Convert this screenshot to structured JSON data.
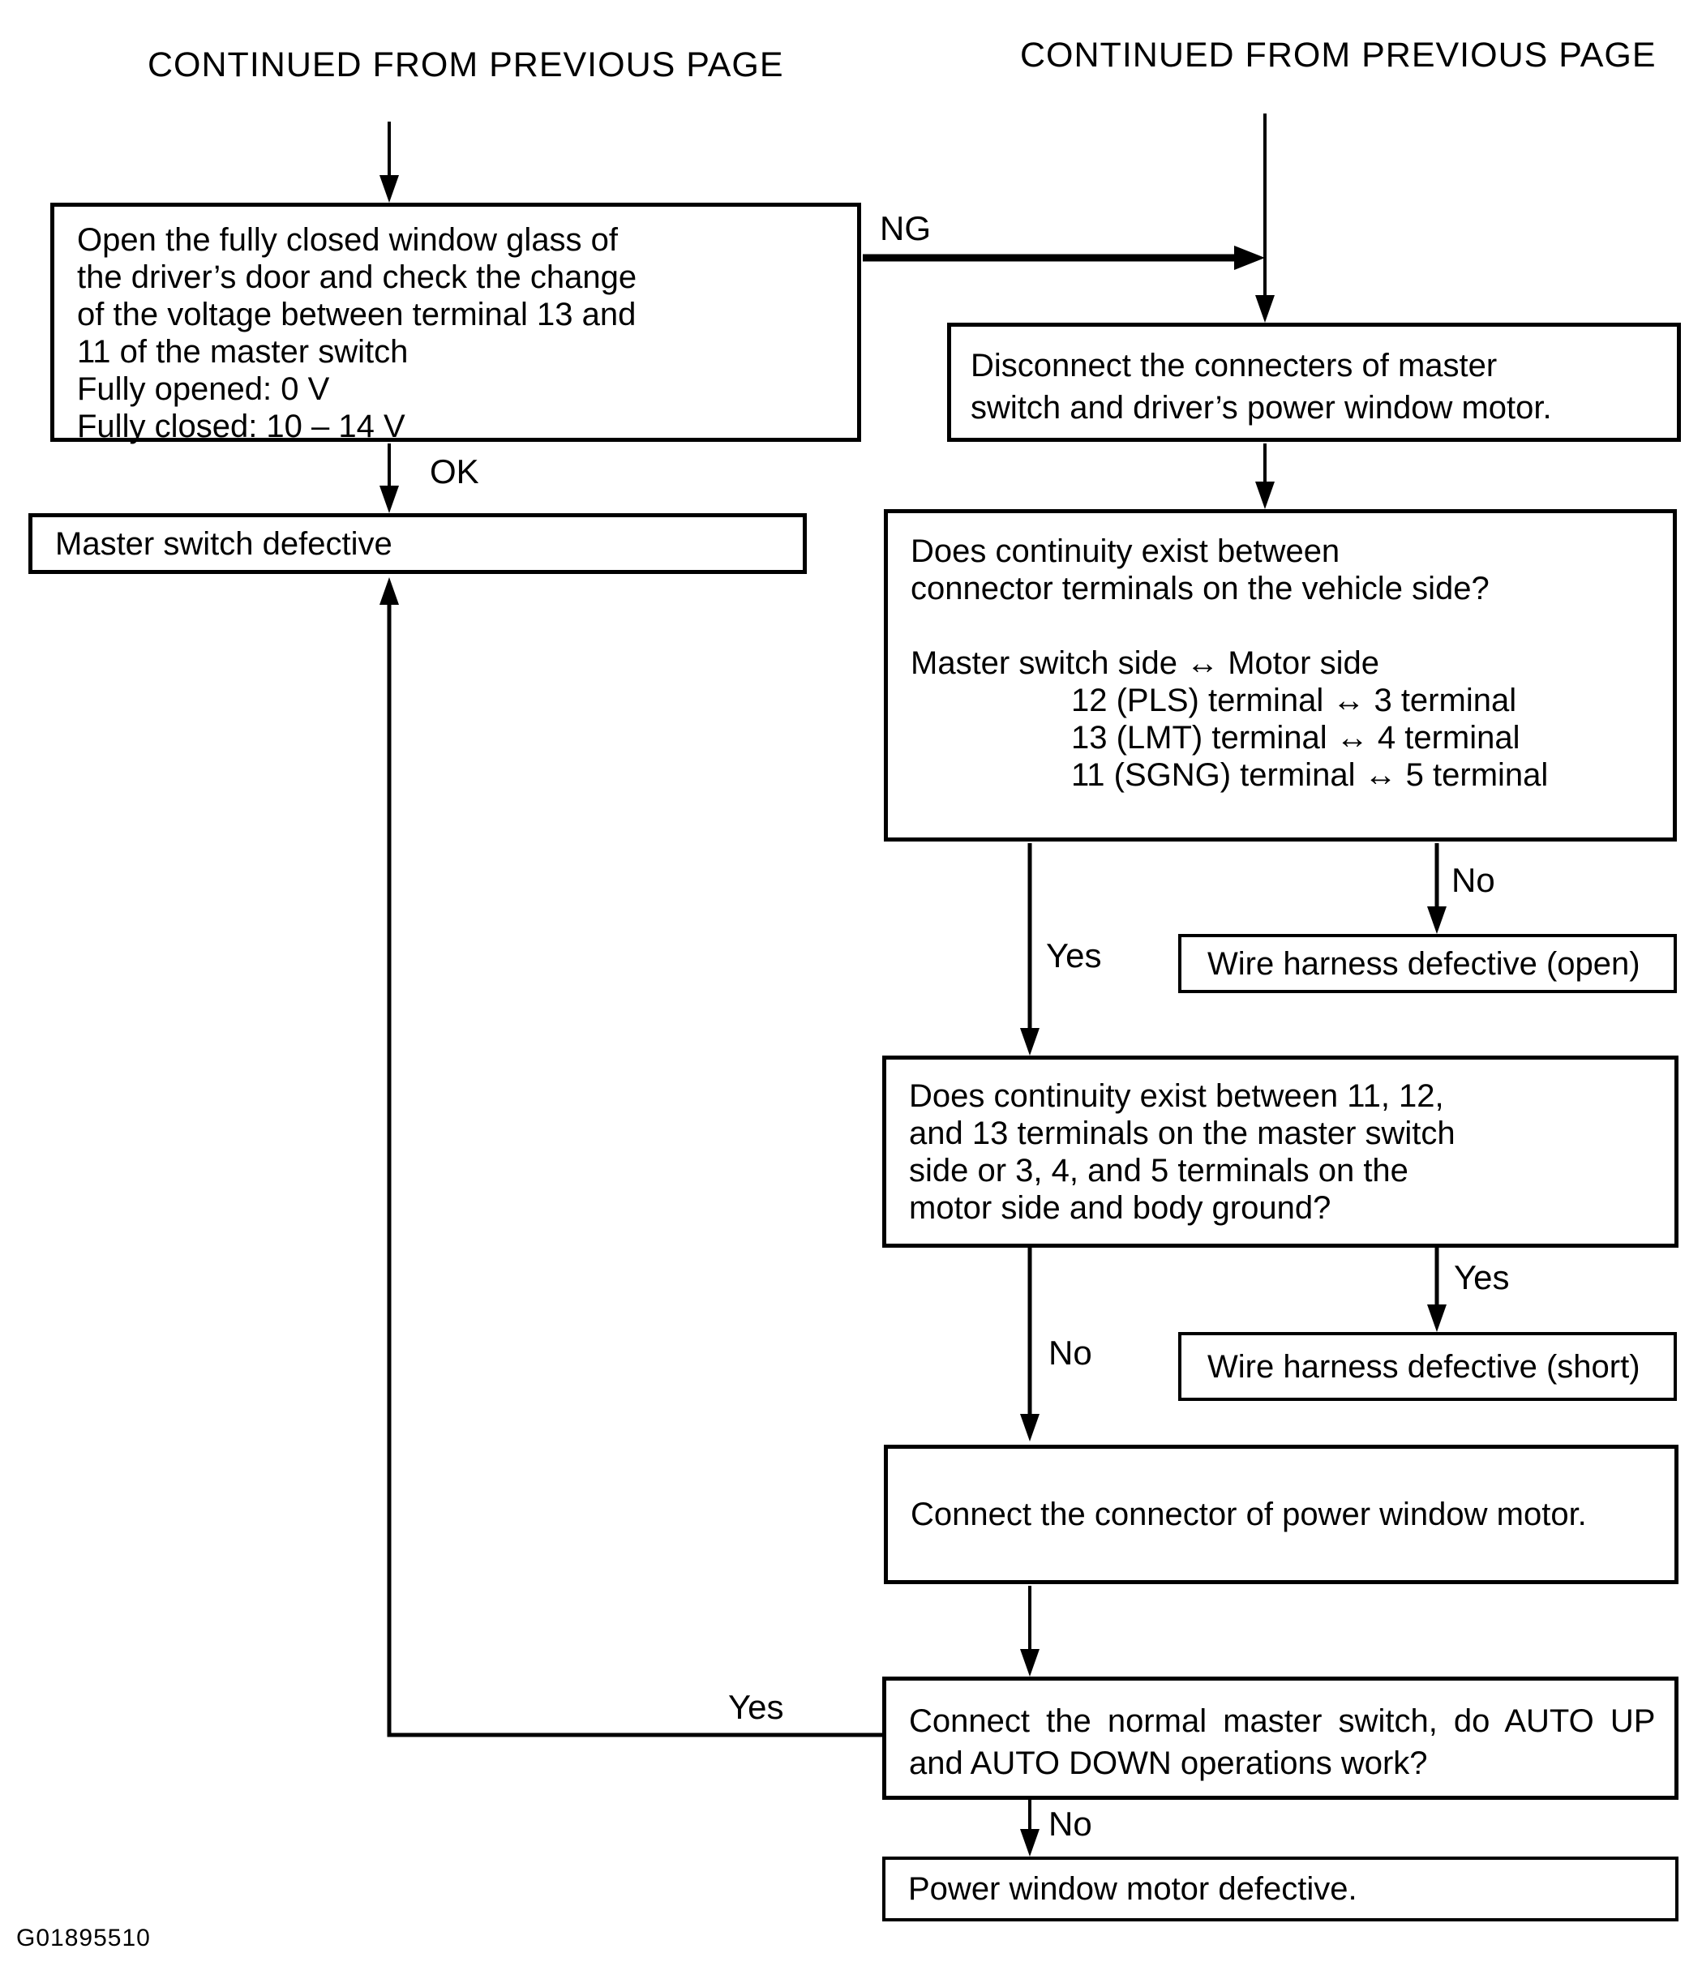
{
  "page": {
    "background": "#ffffff",
    "ink": "#000000",
    "figure_code": "G01895510"
  },
  "titles": {
    "left": "CONTINUED FROM PREVIOUS PAGE",
    "right": "CONTINUED FROM PREVIOUS PAGE"
  },
  "labels": {
    "ok": "OK",
    "ng": "NG",
    "vehicle_yes": "Yes",
    "vehicle_no": "No",
    "ground_yes": "Yes",
    "ground_no": "No",
    "auto_yes": "Yes",
    "auto_no": "No"
  },
  "boxes": {
    "open_window": {
      "lines": [
        "Open the fully closed window glass of",
        "the driver’s door and check the change",
        "of the voltage between terminal 13 and",
        "11 of the master switch",
        "Fully opened: 0 V",
        "Fully closed: 10 – 14 V"
      ]
    },
    "master_switch_defective": {
      "lines": [
        "Master switch defective"
      ]
    },
    "disconnect_connectors": {
      "lines": [
        "Disconnect the connecters of master",
        "switch and driver’s power window motor."
      ]
    },
    "continuity_vehicle": {
      "lines": [
        "Does continuity exist between",
        "connector terminals on the vehicle side?",
        "",
        "Master switch side ↔ Motor side",
        "12 (PLS) terminal ↔ 3 terminal",
        "13 (LMT) terminal ↔ 4 terminal",
        "11 (SGNG) terminal ↔ 5 terminal"
      ]
    },
    "wire_harness_open": {
      "lines": [
        "Wire harness defective (open)"
      ]
    },
    "continuity_ground": {
      "lines": [
        "Does continuity exist between 11, 12,",
        "and 13 terminals on the master switch",
        "side or 3, 4, and 5 terminals on the",
        "motor side and body ground?"
      ]
    },
    "wire_harness_short": {
      "lines": [
        "Wire harness defective (short)"
      ]
    },
    "connect_motor_connector": {
      "lines": [
        "Connect the connector of power window motor."
      ]
    },
    "connect_normal_master": {
      "lines": [
        "Connect the normal master switch, do AUTO UP",
        "and AUTO DOWN operations work?"
      ]
    },
    "motor_defective": {
      "lines": [
        "Power window motor defective."
      ]
    }
  }
}
